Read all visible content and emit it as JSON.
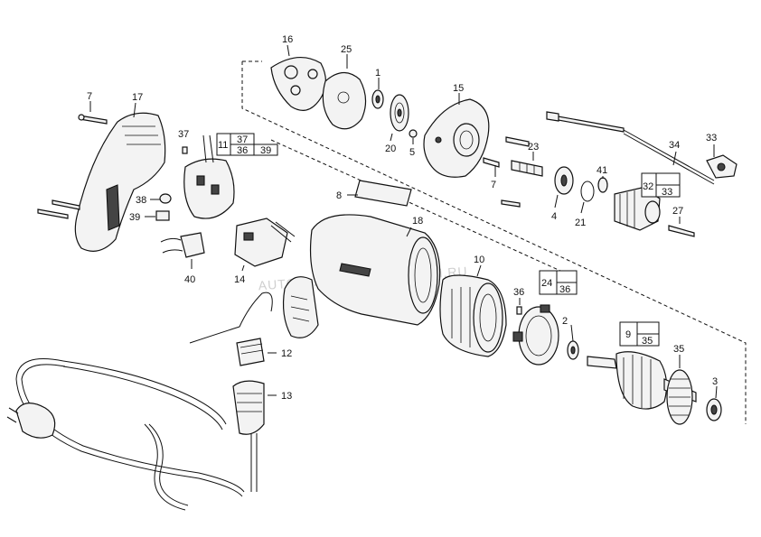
{
  "labels": {
    "p1": "1",
    "p2": "2",
    "p3": "3",
    "p4": "4",
    "p5": "5",
    "p7a": "7",
    "p7b": "7",
    "p8": "8",
    "p10": "10",
    "p12": "12",
    "p13": "13",
    "p14": "14",
    "p15": "15",
    "p16": "16",
    "p17": "17",
    "p18": "18",
    "p20": "20",
    "p21": "21",
    "p23": "23",
    "p25": "25",
    "p27": "27",
    "p33": "33",
    "p34": "34",
    "p35": "35",
    "p36": "36",
    "p37": "37",
    "p38": "38",
    "p39": "39",
    "p40": "40",
    "p41": "41"
  },
  "boxes": {
    "b11": "11",
    "b37": "37",
    "b36": "36",
    "b39": "39",
    "b32": "32",
    "b33": "33",
    "b24": "24",
    "b36b": "36",
    "b9": "9",
    "b35": "35"
  },
  "watermark": "AUTOPLANTCATALOG.COM.RU"
}
